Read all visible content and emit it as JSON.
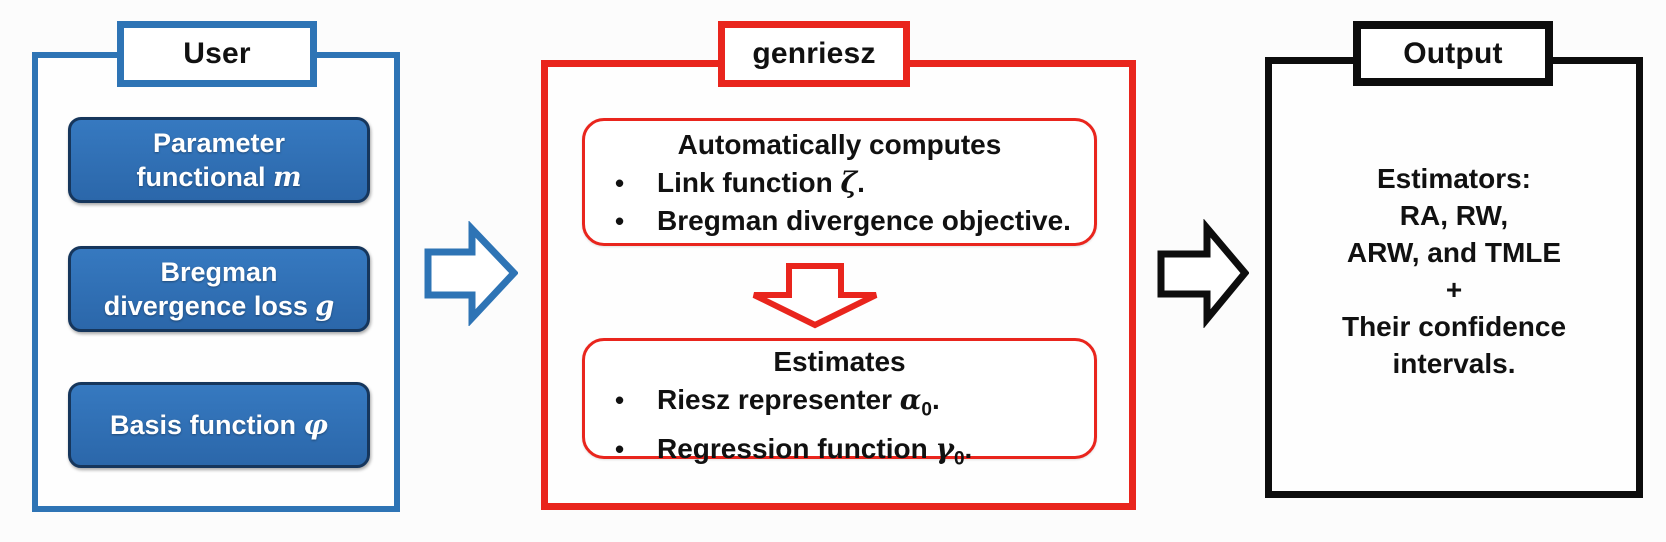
{
  "colors": {
    "blue": "#2E74B5",
    "blue_chip_fill": "#2E6FB2",
    "blue_chip_border": "#16365C",
    "red": "#E9251D",
    "black": "#0D0D0D",
    "white": "#FFFFFF"
  },
  "icons": {
    "bullet": "•",
    "user_to_genriesz": "right-block-arrow",
    "computes_to_estimates": "down-block-arrow",
    "genriesz_to_output": "right-block-arrow"
  },
  "user_panel": {
    "title": "User",
    "chips": [
      {
        "line1": "Parameter",
        "line2": "functional ",
        "math": "m"
      },
      {
        "line1": "Bregman",
        "line2": "divergence loss ",
        "math": "g"
      },
      {
        "line1": "Basis function ",
        "line2": "",
        "math": "φ"
      }
    ]
  },
  "genriesz_panel": {
    "title": "genriesz",
    "computes_box": {
      "heading": "Automatically computes",
      "bullets": [
        {
          "prefix": "Link function ",
          "math": "ζ",
          "sub": "",
          "suffix": "."
        },
        {
          "prefix": "Bregman divergence objective.",
          "math": "",
          "sub": "",
          "suffix": ""
        }
      ]
    },
    "estimates_box": {
      "heading": "Estimates",
      "bullets": [
        {
          "prefix": "Riesz representer ",
          "math": "α",
          "sub": "0",
          "suffix": "."
        },
        {
          "prefix": "Regression function ",
          "math": "γ",
          "sub": "0",
          "suffix": "."
        }
      ]
    }
  },
  "output_panel": {
    "title": "Output",
    "lines": [
      "Estimators:",
      "RA, RW,",
      "ARW, and TMLE",
      "+",
      "Their confidence",
      "intervals."
    ]
  }
}
